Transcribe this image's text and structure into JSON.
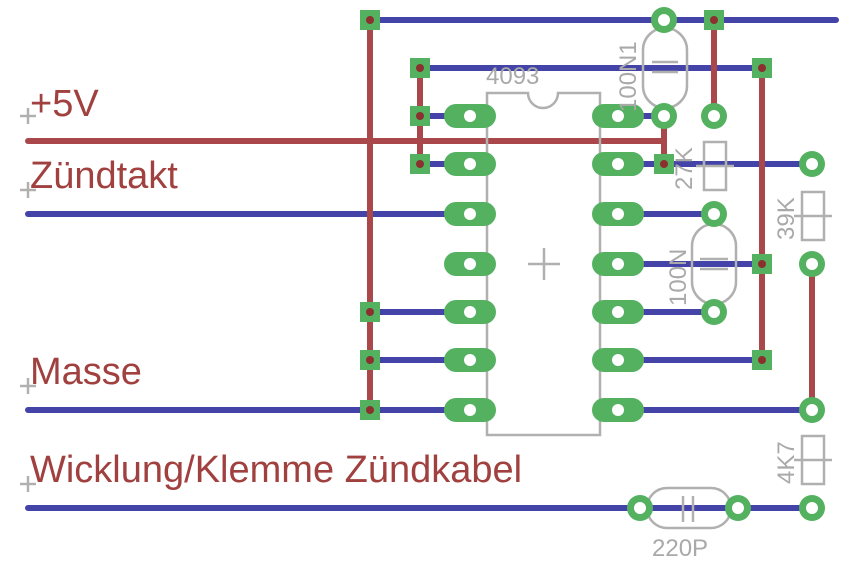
{
  "signals": {
    "plus5v": "+5V",
    "zuendtakt": "Zündtakt",
    "masse": "Masse",
    "wicklung": "Wicklung/Klemme Zündkabel"
  },
  "components": {
    "ic": "4093",
    "c_top": "100N1",
    "r_27k": "27K",
    "r_39k": "39K",
    "c_mid": "100N",
    "r_4k7": "4K7",
    "c_bottom": "220P"
  },
  "colors": {
    "bottom_trace": "#4444a8",
    "top_trace": "#a9474a",
    "pad": "#54b160",
    "label": "#a0403f",
    "silkscreen": "#b0b0b0"
  }
}
